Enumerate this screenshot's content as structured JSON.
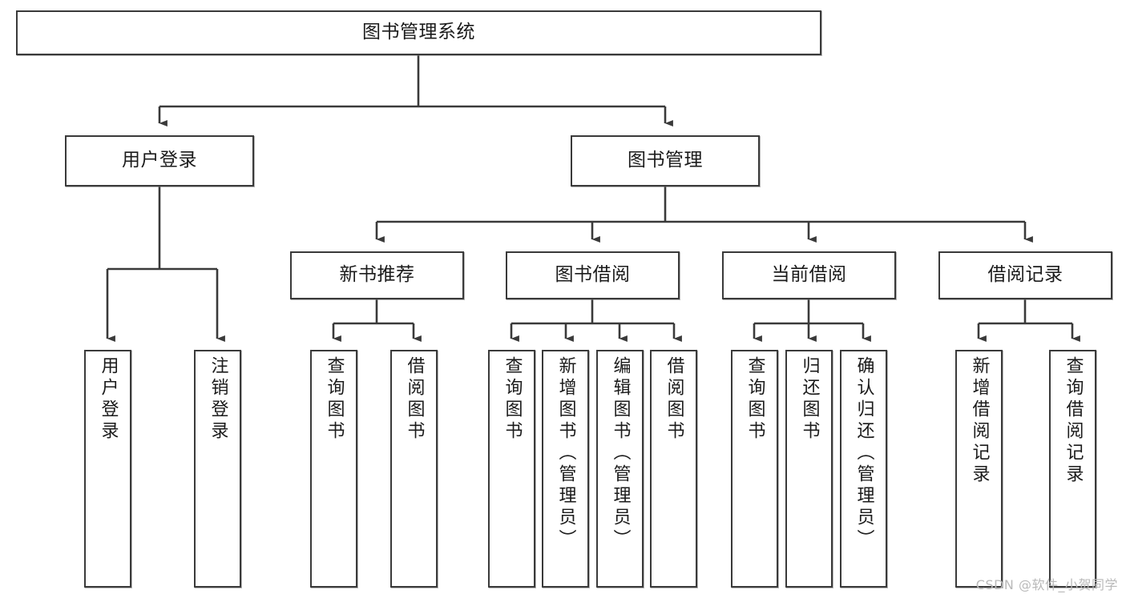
{
  "diagram": {
    "title": "图书管理系统",
    "type": "tree-hierarchy-chart",
    "orientation": "top-down",
    "colors": {
      "box_border": "#3a3a3a",
      "box_fill": "#ffffff",
      "edge": "#3a3a3a",
      "text": "#1b1b1b",
      "watermark": "#b9b9b9"
    }
  },
  "root": {
    "label": "图书管理系统"
  },
  "level2": [
    {
      "label": "用户登录"
    },
    {
      "label": "图书管理"
    }
  ],
  "level3": [
    {
      "label": "新书推荐"
    },
    {
      "label": "图书借阅"
    },
    {
      "label": "当前借阅"
    },
    {
      "label": "借阅记录"
    }
  ],
  "leaves": {
    "user_login": [
      {
        "label": "用户登录"
      },
      {
        "label": "注销登录"
      }
    ],
    "new_book_recommend": [
      {
        "label": "查询图书"
      },
      {
        "label": "借阅图书"
      }
    ],
    "book_borrow": [
      {
        "label": "查询图书"
      },
      {
        "label": "新增图书（管理员）"
      },
      {
        "label": "编辑图书（管理员）"
      },
      {
        "label": "借阅图书"
      }
    ],
    "current_borrow": [
      {
        "label": "查询图书"
      },
      {
        "label": "归还图书"
      },
      {
        "label": "确认归还（管理员）"
      }
    ],
    "borrow_record": [
      {
        "label": "新增借阅记录"
      },
      {
        "label": "查询借阅记录"
      }
    ]
  },
  "watermark": {
    "text": "CSDN @软件_小贺同学"
  }
}
